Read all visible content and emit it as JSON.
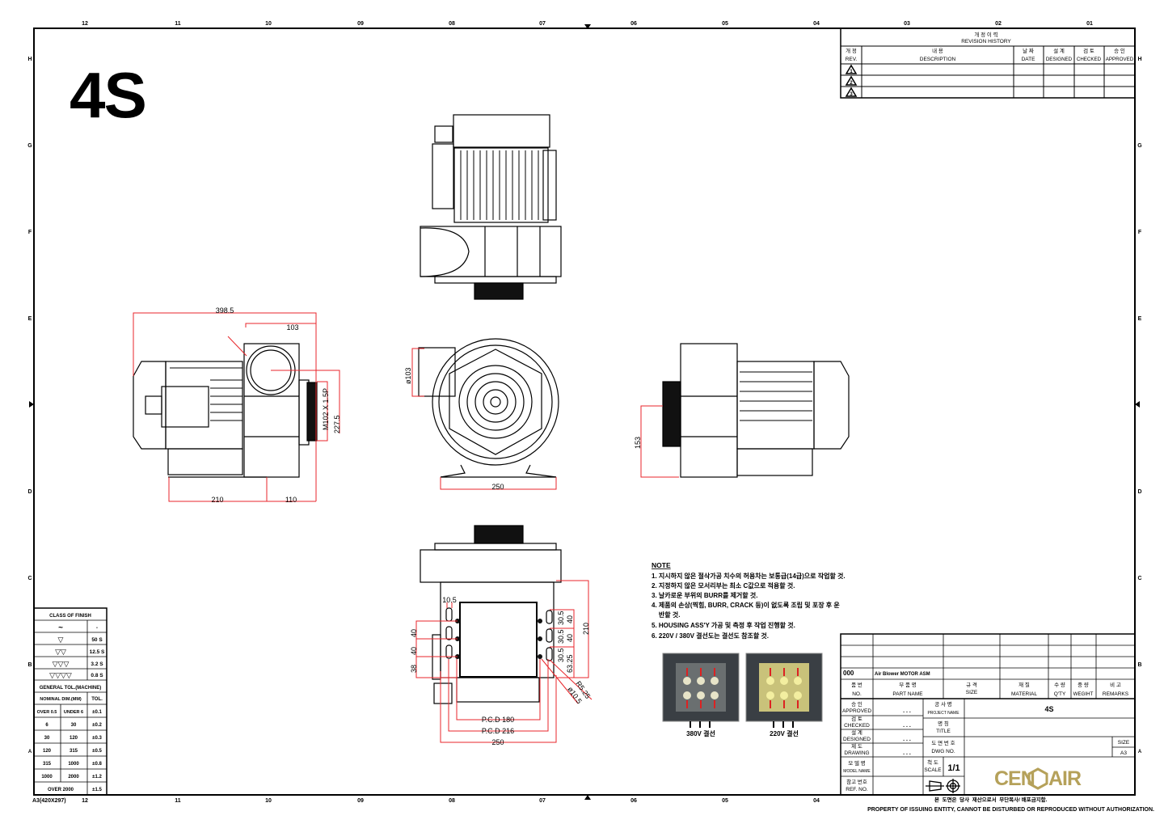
{
  "sheet": {
    "title_big": "4S",
    "sheet_size_label": "A3(420X297)",
    "col_markers": [
      "12",
      "11",
      "10",
      "09",
      "08",
      "07",
      "06",
      "05",
      "04",
      "03",
      "02",
      "01"
    ],
    "row_markers": [
      "H",
      "G",
      "F",
      "E",
      "D",
      "C",
      "B",
      "A"
    ]
  },
  "revision_history": {
    "title_ko": "개 정 이 력",
    "title_en": "REVISION HISTORY",
    "headers": [
      {
        "ko": "개 정",
        "en": "REV."
      },
      {
        "ko": "내        용",
        "en": "DESCRIPTION"
      },
      {
        "ko": "날 짜",
        "en": "DATE"
      },
      {
        "ko": "설    계",
        "en": "DESIGNED"
      },
      {
        "ko": "검    토",
        "en": "CHECKED"
      },
      {
        "ko": "승    인",
        "en": "APPROVED"
      }
    ],
    "revs": [
      "1",
      "2",
      "3"
    ]
  },
  "dimensions": {
    "side": [
      "398.5",
      "103",
      "M102 X 1.5P",
      "227.5",
      "210",
      "110"
    ],
    "front": [
      "ø103",
      "250"
    ],
    "rear": [
      "153"
    ],
    "bottom": [
      "10.5",
      "40",
      "40",
      "38",
      "30.5",
      "40",
      "30.5",
      "40",
      "30.5",
      "63.25",
      "210",
      "R5.25",
      "ø10.5",
      "P.C.D 180",
      "P.C.D 216",
      "250"
    ]
  },
  "notes": {
    "title": "NOTE",
    "items": [
      "1. 지시하지 않은 절삭가공 치수의 허용차는 보통급(14급)으로 작업할 것.",
      "2. 지정하지 않은 모서리부는 최소 C값으로 적용할 것.",
      "3. 날카로운 부위의 BURR를 제거할 것.",
      "4. 제품의 손상(찍힘, BURR, CRACK 등)이 없도록 조립 및 포장 후 운",
      "    반할 것.",
      "5. HOUSING ASS'Y 가공 및 측정 후 작업 진행할 것.",
      "6. 220V / 380V 결선도는 결선도 참조할 것."
    ]
  },
  "wiring": [
    {
      "label": "380V 결선"
    },
    {
      "label": "220V 결선"
    }
  ],
  "finish_table": {
    "title": "CLASS OF FINISH",
    "finish_rows": [
      {
        "symbol": "~",
        "value": "-"
      },
      {
        "symbol": "▽",
        "value": "50 S"
      },
      {
        "symbol": "▽▽",
        "value": "12.5 S"
      },
      {
        "symbol": "▽▽▽",
        "value": "3.2 S"
      },
      {
        "symbol": "▽▽▽▽",
        "value": "0.8 S"
      }
    ],
    "general_tol_title": "GENERAL TOL.(MACHINE)",
    "nominal_header": "NOMINAL DIM.(MM)",
    "tol_header": "TOL.",
    "tol_rows": [
      {
        "from": "OVER 0.5",
        "to": "UNDER 6",
        "tol": "±0.1"
      },
      {
        "from": "6",
        "to": "30",
        "tol": "±0.2"
      },
      {
        "from": "30",
        "to": "120",
        "tol": "±0.3"
      },
      {
        "from": "120",
        "to": "315",
        "tol": "±0.5"
      },
      {
        "from": "315",
        "to": "1000",
        "tol": "±0.8"
      },
      {
        "from": "1000",
        "to": "2000",
        "tol": "±1.2"
      }
    ],
    "last_row": {
      "label": "OVER 2000",
      "tol": "±1.5"
    }
  },
  "title_block": {
    "part_no": "000",
    "part_name": "Air Blower MOTOR ASM",
    "headers": [
      {
        "ko": "품 번",
        "en": "NO."
      },
      {
        "ko": "부 품 명",
        "en": "PART  NAME"
      },
      {
        "ko": "규 격",
        "en": "SIZE"
      },
      {
        "ko": "재    질",
        "en": "MATERIAL"
      },
      {
        "ko": "수 량",
        "en": "Q'TY"
      },
      {
        "ko": "중 량",
        "en": "WEGIHT"
      },
      {
        "ko": "비    고",
        "en": "REMARKS"
      }
    ],
    "sign_rows": [
      {
        "ko": "승    인",
        "en": "APPROVED",
        "value": ". . ."
      },
      {
        "ko": "검    토",
        "en": "CHECKED",
        "value": ". . ."
      },
      {
        "ko": "설    계",
        "en": "DESIGNED",
        "value": ". . ."
      },
      {
        "ko": "제    도",
        "en": "DRAWING",
        "value": ". . ."
      }
    ],
    "model_name": {
      "ko": "모 델 명",
      "en": "MODEL NAME"
    },
    "ref_no": {
      "ko": "참고 번호",
      "en": "REF. NO."
    },
    "project_name": {
      "ko": "공 사 명",
      "en": "PROJECT NAME",
      "value": "4S"
    },
    "title": {
      "ko": "명    칭",
      "en": "TITLE"
    },
    "dwg_no": {
      "ko": "도 면 번 호",
      "en": "DWG NO."
    },
    "size": {
      "label": "SIZE",
      "value": "A3"
    },
    "scale": {
      "ko": "척 도",
      "en": "SCALE",
      "value": "1/1"
    },
    "logo": "CENOAIR",
    "logo_color": "#b5a15a",
    "footer_ko": "본  도면은  당사  재산으로서  무단복사/ 배포금지함.",
    "footer_en": "PROPERTY OF ISSUING ENTITY, CANNOT BE DISTURBED OR REPRODUCED WITHOUT AUTHORIZATION."
  }
}
